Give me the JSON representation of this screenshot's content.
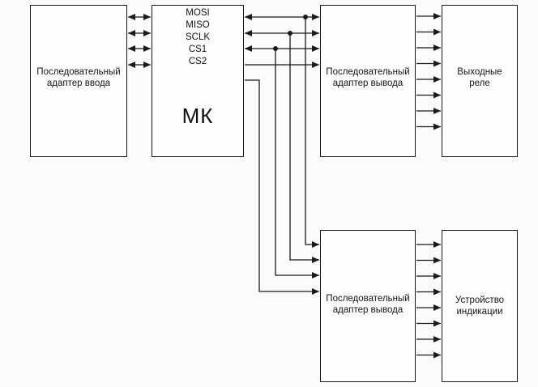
{
  "blocks": {
    "input_adapter": {
      "label": "Последовательный\nадаптер ввода"
    },
    "mk": {
      "title": "МК",
      "pins": [
        "MOSI",
        "MISO",
        "SCLK",
        "CS1",
        "CS2"
      ]
    },
    "output_adapter_top": {
      "label": "Последовательный\nадаптер вывода"
    },
    "output_relays": {
      "label": "Выходные\nреле"
    },
    "output_adapter_bottom": {
      "label": "Последовательный\nадаптер вывода"
    },
    "display_device": {
      "label": "Устройство\nиндикации"
    }
  },
  "colors": {
    "line": "#1a1a1a",
    "background": "#fbfbfb"
  }
}
